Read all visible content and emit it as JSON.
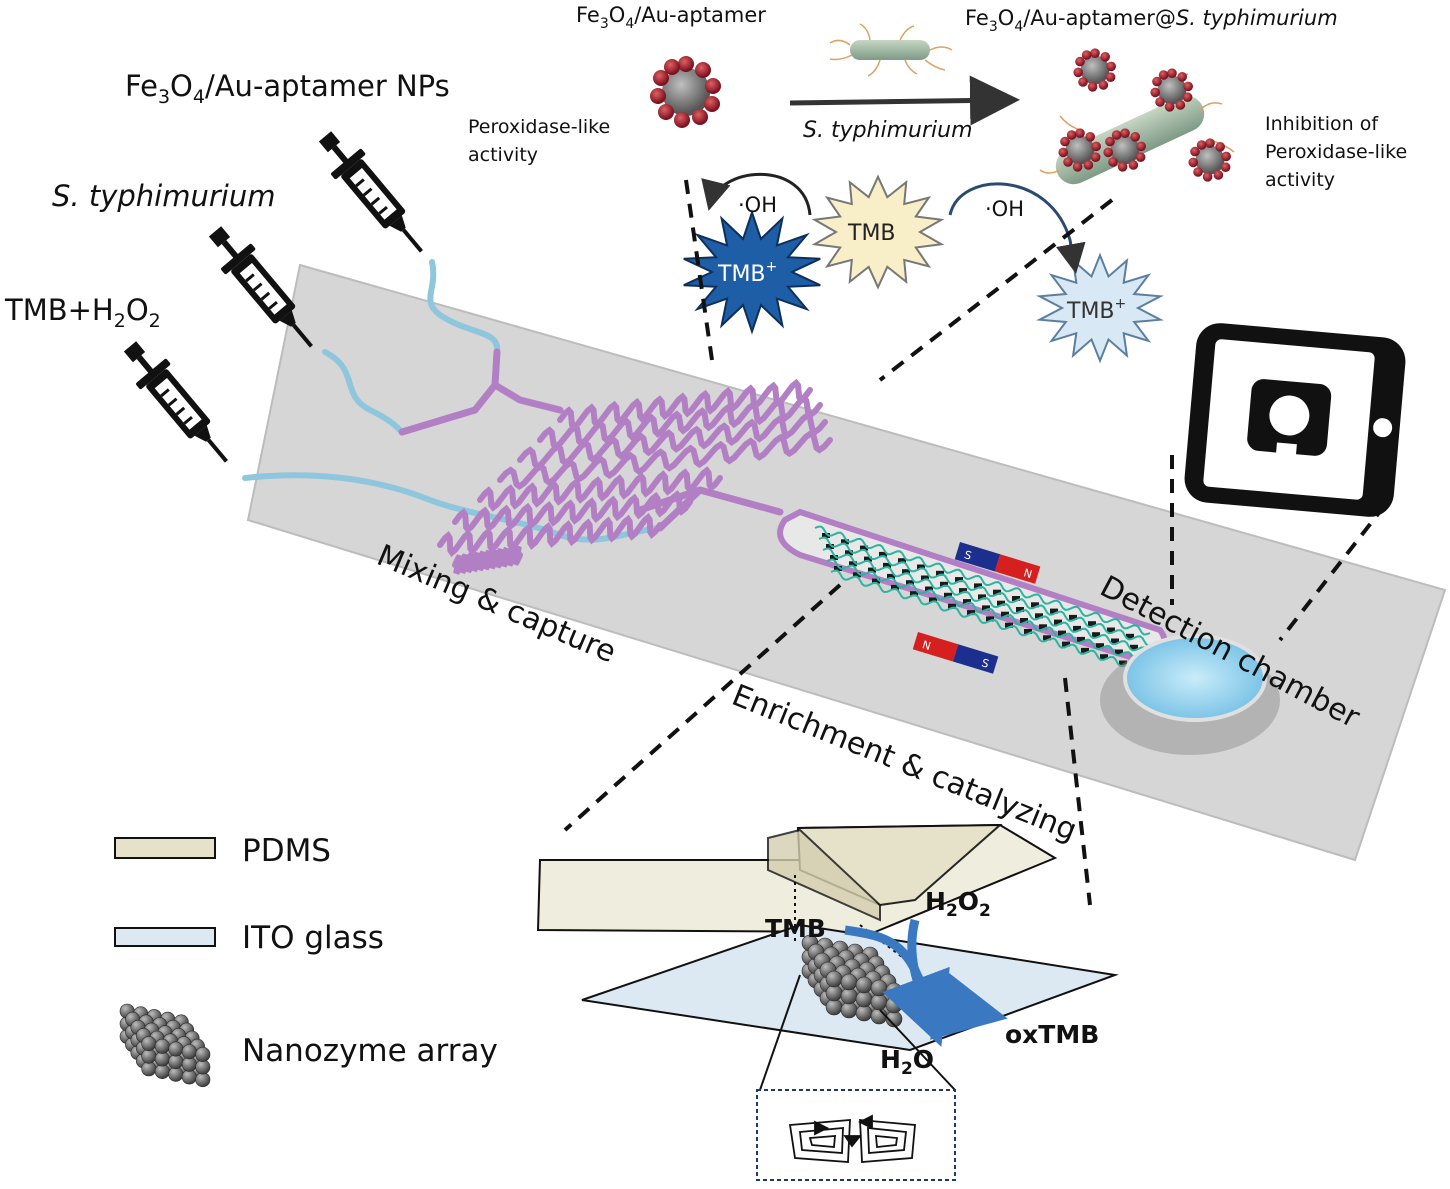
{
  "labels": {
    "inputs": {
      "fe3o4_a": "Fe",
      "fe3o4_sub3": "3",
      "fe3o4_o": "O",
      "fe3o4_sub4": "4",
      "np_rest": "/Au-aptamer NPs",
      "typhimurium": "S. typhimurium",
      "tmb_a": "TMB+H",
      "tmb_sub2": "2",
      "tmb_o": "O",
      "tmb_sub2b": "2"
    },
    "top": {
      "aptamer_a": "Fe",
      "aptamer_sub3": "3",
      "aptamer_o": "O",
      "aptamer_sub4": "4",
      "aptamer_rest": "/Au-aptamer",
      "complex_a": "Fe",
      "complex_sub3": "3",
      "complex_o": "O",
      "complex_sub4": "4",
      "complex_rest": "/Au-aptamer@",
      "complex_italic": "S. typhimurium",
      "arrow_label": "S. typhimurium",
      "peroxidase_1": "Peroxidase-like",
      "peroxidase_2": "activity",
      "inhibition_1": "Inhibition of",
      "inhibition_2": "Peroxidase-like",
      "inhibition_3": "activity"
    },
    "reaction": {
      "oh_left": "·OH",
      "oh_right": "·OH",
      "tmb": "TMB",
      "tmb_plus_left": "TMB",
      "tmb_plus_right": "TMB",
      "plus": "+"
    },
    "chip": {
      "mixing": "Mixing & capture",
      "enrichment": "Enrichment & catalyzing",
      "detection": "Detection chamber",
      "magnet_s": "S",
      "magnet_n": "N"
    },
    "bottom": {
      "tmb": "TMB",
      "h2o2_h": "H",
      "h2o2_sub": "2",
      "h2o2_o": "O",
      "h2o2_sub2": "2",
      "h2o_h": "H",
      "h2o_sub": "2",
      "h2o_o": "O",
      "oxtmb": "oxTMB"
    },
    "legend": {
      "pdms": "PDMS",
      "ito": "ITO glass",
      "nanozyme": "Nanozyme array"
    }
  },
  "colors": {
    "chip": "#d6d6d6",
    "channel": "#b37fc4",
    "tubing": "#8ec6de",
    "tmb_plus_dark": "#1e5ea6",
    "tmb_plus_light": "#d8e8f4",
    "tmb_neutral": "#f8efc8",
    "pdms": "#e6e1c9",
    "ito": "#dde9f2",
    "magnet_red": "#d62020",
    "magnet_blue": "#1c2f8f",
    "detection_blue": "#8fd0ee"
  },
  "icons": {
    "syringe": "syringe-icon",
    "phone": "smartphone-icon",
    "camera": "camera-icon"
  }
}
